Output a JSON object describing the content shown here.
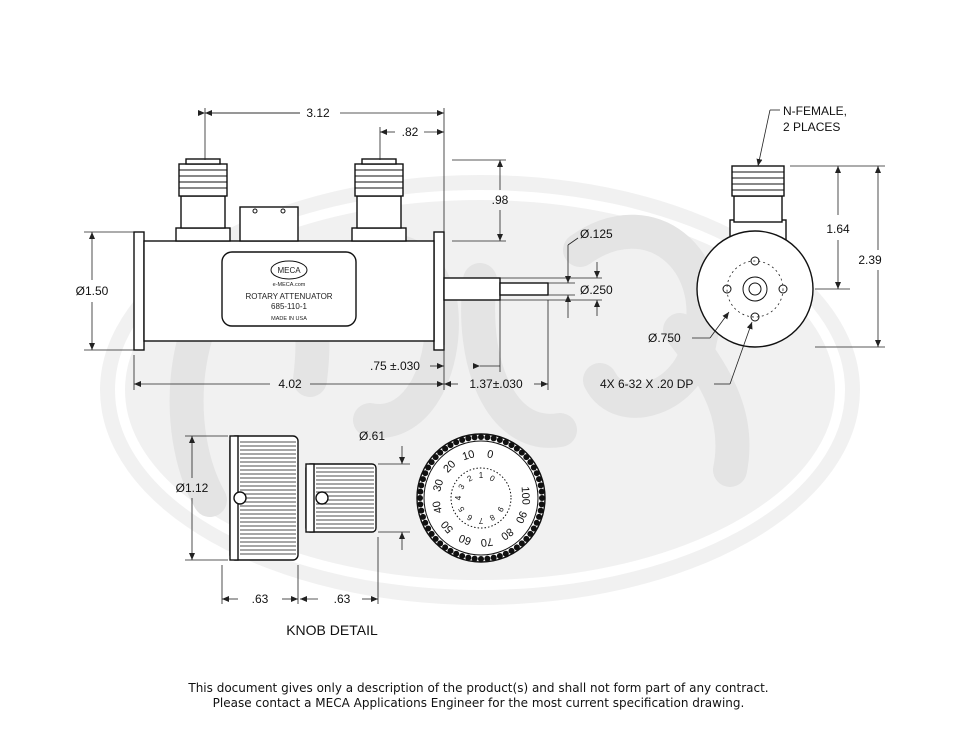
{
  "product": {
    "logo": "MECA",
    "website": "e-MECA.com",
    "name": "ROTARY ATTENUATOR",
    "part_number": "685-110-1",
    "origin": "MADE IN USA"
  },
  "dimensions": {
    "overall_length": "3.12",
    "connector_offset": ".82",
    "connector_height": ".98",
    "body_diameter": "Ø1.50",
    "shaft_diameter": "Ø.125",
    "bushing_diameter": "Ø.250",
    "body_length": "4.02",
    "bushing_length": ".75 ±.030",
    "shaft_length": "1.37±.030",
    "connector_note_line1": "N-FEMALE,",
    "connector_note_line2": "2 PLACES",
    "side_height_short": "1.64",
    "side_height_total": "2.39",
    "bolt_circle": "Ø.750",
    "mounting_holes": "4X 6-32 X .20 DP",
    "knob_diameter": "Ø1.12",
    "knob_hub_diameter": "Ø.61",
    "knob_width_1": ".63",
    "knob_width_2": ".63"
  },
  "dial": {
    "outer_scale": [
      "0",
      "10",
      "20",
      "30",
      "40",
      "50",
      "60",
      "70",
      "80",
      "90",
      "100"
    ],
    "inner_scale": [
      "0",
      "1",
      "2",
      "3",
      "4",
      "5",
      "6",
      "7",
      "8",
      "9"
    ]
  },
  "knob_detail_label": "KNOB DETAIL",
  "disclaimer": {
    "line1": "This document gives only a description of the product(s) and shall not form part of any contract.",
    "line2": "Please contact a MECA Applications Engineer for the most current specification drawing."
  }
}
